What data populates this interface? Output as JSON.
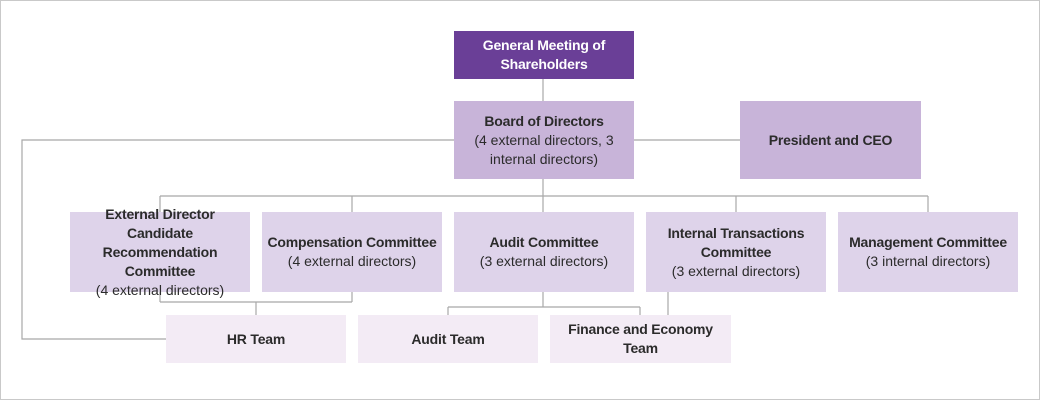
{
  "chart": {
    "shareholders": {
      "title": "General Meeting of Shareholders"
    },
    "board": {
      "title": "Board of Directors",
      "subtitle": "(4 external directors, 3 internal directors)"
    },
    "ceo": {
      "title": "President and CEO"
    },
    "committees": [
      {
        "title": "External Director Candidate Recommendation Committee",
        "subtitle": "(4 external directors)"
      },
      {
        "title": "Compensation Committee",
        "subtitle": "(4 external directors)"
      },
      {
        "title": "Audit Committee",
        "subtitle": "(3 external directors)"
      },
      {
        "title": "Internal Transactions Committee",
        "subtitle": "(3 external directors)"
      },
      {
        "title": "Management Committee",
        "subtitle": "(3 internal directors)"
      }
    ],
    "teams": [
      {
        "title": "HR Team"
      },
      {
        "title": "Audit Team"
      },
      {
        "title": "Finance and Economy Team"
      }
    ]
  },
  "colors": {
    "top": "#6a3f97",
    "board": "#c8b4d9",
    "committee": "#ded3ea",
    "team": "#f3ebf5",
    "line": "#a8a8a8"
  }
}
